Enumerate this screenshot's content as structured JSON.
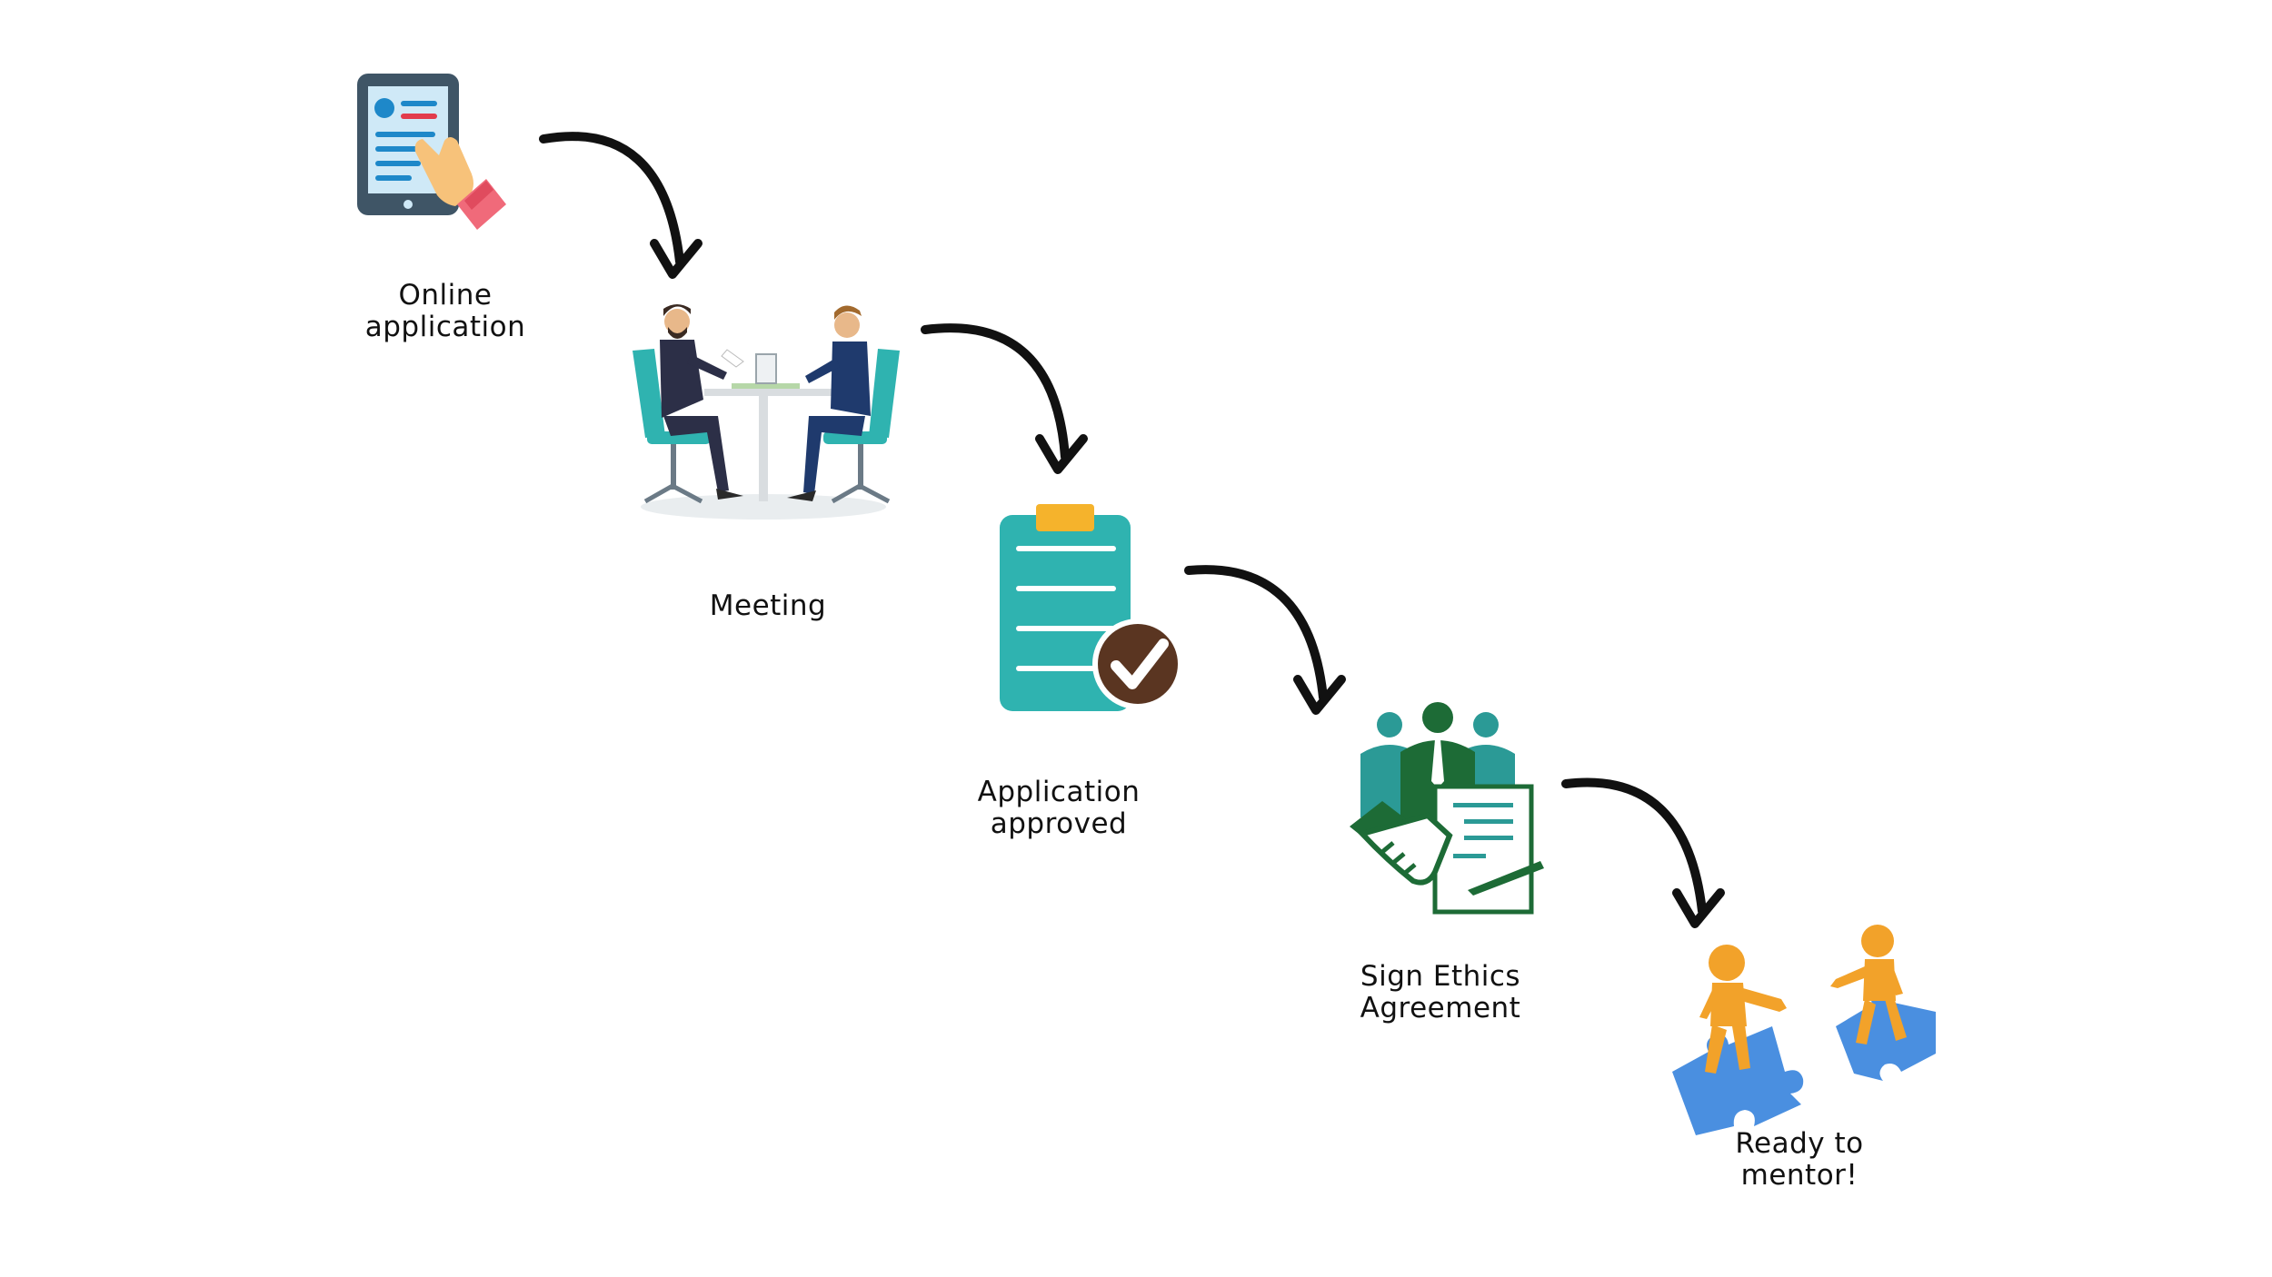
{
  "steps": [
    {
      "line1": "Online",
      "line2": "application",
      "icon": "tablet-tap-icon"
    },
    {
      "line1": "Meeting",
      "line2": "",
      "icon": "meeting-icon"
    },
    {
      "line1": "Application",
      "line2": "approved",
      "icon": "clipboard-check-icon"
    },
    {
      "line1": "Sign Ethics",
      "line2": "Agreement",
      "icon": "handshake-agreement-icon"
    },
    {
      "line1": "Ready to",
      "line2": "mentor!",
      "icon": "puzzle-people-icon"
    }
  ],
  "colors": {
    "arrow": "#111111",
    "teal": "#2fb3b0",
    "dark_green": "#1d6b36",
    "brown": "#5a3521",
    "tablet": "#3f5566",
    "orange_figure": "#f2a22a",
    "puzzle_blue": "#4a8fe0"
  }
}
